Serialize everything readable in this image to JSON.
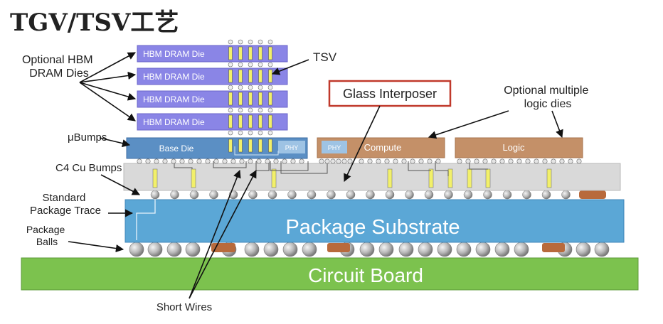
{
  "title": "TGV/TSV工艺",
  "labels": {
    "optional_hbm": [
      "Optional HBM",
      "DRAM Dies"
    ],
    "tsv": "TSV",
    "glass_interposer": "Glass Interposer",
    "optional_logic": [
      "Optional multiple",
      "logic dies"
    ],
    "ubumps": "μBumps",
    "c4_bumps": "C4 Cu Bumps",
    "standard_trace": [
      "Standard",
      "Package Trace"
    ],
    "package_balls": [
      "Package",
      "Balls"
    ],
    "short_wires": "Short Wires"
  },
  "dies": {
    "hbm": [
      "HBM DRAM Die",
      "HBM DRAM Die",
      "HBM DRAM Die",
      "HBM DRAM Die"
    ],
    "base_die": "Base Die",
    "phy_base": "PHY",
    "phy_compute": "PHY",
    "compute": "Compute",
    "logic": "Logic"
  },
  "package_substrate": "Package Substrate",
  "circuit_board": "Circuit Board",
  "colors": {
    "hbm_die": "#8a85e6",
    "base_die": "#5b8fc4",
    "logic_die": "#c49068",
    "interposer": "#d9d9d9",
    "substrate": "#5ba7d6",
    "circuit_board": "#7cc24e",
    "highlight_box": "#c0392b",
    "tsv": "#f2f06a"
  }
}
